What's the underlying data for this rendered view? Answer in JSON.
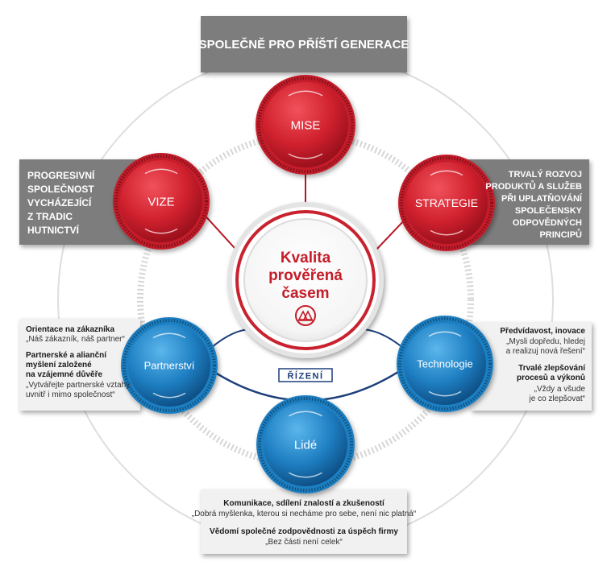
{
  "banner": {
    "title": "SPOLEČNĚ PRO PŘÍŠTÍ GENERACE"
  },
  "center": {
    "line1": "Kvalita",
    "line2": "prověřená",
    "line3": "časem"
  },
  "nodes": {
    "mise": "MISE",
    "vize": "VIZE",
    "strategie": "STRATEGIE",
    "partnerstvi": "Partnerství",
    "technologie": "Technologie",
    "lide": "Lidé"
  },
  "rizeni": "ŘÍZENÍ",
  "vize_box": [
    "PROGRESIVNÍ",
    "SPOLEČNOST",
    "VYCHÁZEJÍCÍ",
    "Z TRADIC",
    "HUTNICTVÍ"
  ],
  "strategie_box": [
    "TRVALÝ ROZVOJ",
    "PRODUKTŮ A SLUŽEB",
    "PŘI UPLATŇOVÁNÍ",
    "SPOLEČENSKY",
    "ODPOVĚDNÝCH",
    "PRINCIPŮ"
  ],
  "partnerstvi_box": {
    "t1": "Orientace na zákazníka",
    "q1": "„Náš zákazník, náš partner“",
    "t2": [
      "Partnerské a alianční",
      "myšlení založené",
      "na vzájemné důvěře"
    ],
    "q2": [
      "„Vytvářejte partnerské vztahy",
      "uvnitř i mimo společnost“"
    ]
  },
  "technologie_box": {
    "t1": "Předvídavost, inovace",
    "q1": [
      "„Mysli dopředu, hledej",
      "a realizuj nová řešení“"
    ],
    "t2": [
      "Trvalé zlepšování",
      "procesů a výkonů"
    ],
    "q2": [
      "„Vždy a všude",
      "je co zlepšovat“"
    ]
  },
  "lide_box": {
    "t1": "Komunikace, sdílení znalostí a zkušeností",
    "q1": "„Dobrá myšlenka, kterou si necháme pro sebe, není nic platná“",
    "t2": "Vědomí společné zodpovědnosti za úspěch firmy",
    "q2": "„Bez části není celek“"
  },
  "colors": {
    "red": "#d0202e",
    "red_dark": "#9a0f1b",
    "blue": "#1e7fc2",
    "blue_dark": "#0d4f86",
    "navy": "#1d3f7a",
    "gray_box": "#7d7d7d",
    "light_box": "#f1f1f1"
  },
  "icons": {
    "logo": "company-logo-icon"
  }
}
